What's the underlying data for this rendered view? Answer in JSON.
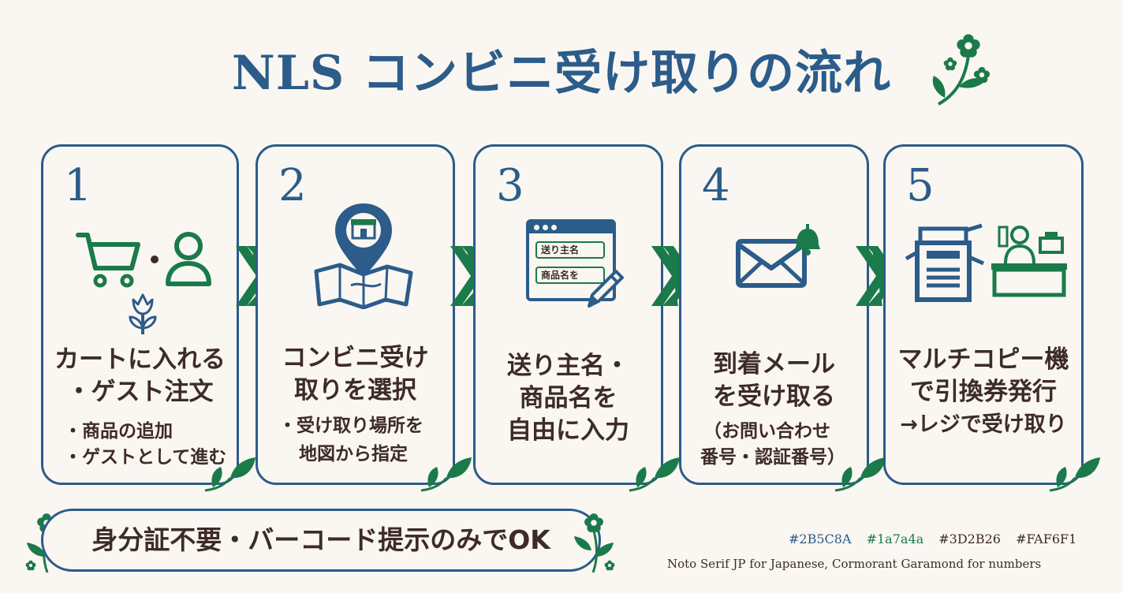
{
  "title": "NLS コンビニ受け取りの流れ",
  "steps": [
    {
      "number": "1",
      "title_lines": [
        "カートに入れる",
        "・ゲスト注文"
      ],
      "sub_lines": [
        "・商品の追加",
        "・ゲストとして進む"
      ]
    },
    {
      "number": "2",
      "title_lines": [
        "コンビニ受け",
        "取りを選択"
      ],
      "sub_lines": [
        "・受け取り場所を",
        "地図から指定"
      ]
    },
    {
      "number": "3",
      "title_lines": [
        "送り主名・",
        "商品名を",
        "自由に入力"
      ],
      "form_labels": [
        "送り主名",
        "商品名を"
      ]
    },
    {
      "number": "4",
      "title_lines": [
        "到着メール",
        "を受け取る"
      ],
      "sub_lines": [
        "（お問い合わせ",
        "番号・認証番号）"
      ]
    },
    {
      "number": "5",
      "title_lines": [
        "マルチコピー機",
        "で引換券発行",
        "→レジで受け取り"
      ]
    }
  ],
  "icons": {
    "step1": [
      "cart-icon",
      "person-icon",
      "flower-icon"
    ],
    "step2": [
      "map-pin-store-icon"
    ],
    "step3": [
      "form-pencil-icon"
    ],
    "step4": [
      "mail-bell-icon"
    ],
    "step5": [
      "copier-icon",
      "cashier-icon"
    ]
  },
  "banner": {
    "text": "身分証不要・バーコード提示のみでOK"
  },
  "palette": [
    "#2B5C8A",
    "#1a7a4a",
    "#3D2B26",
    "#FAF6F1"
  ],
  "font_note": "Noto Serif JP for Japanese, Cormorant Garamond for numbers",
  "colors": {
    "accent": "#2B5C8A",
    "green": "#1a7a4a",
    "text": "#3D2B26",
    "background": "#FAF6F1"
  }
}
